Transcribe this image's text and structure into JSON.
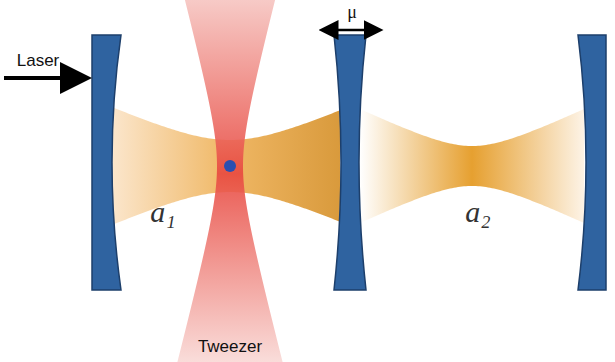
{
  "diagram": {
    "labels": [
      "Laser",
      "μ",
      "a₁",
      "a₂",
      "Tweezer"
    ]
  }
}
